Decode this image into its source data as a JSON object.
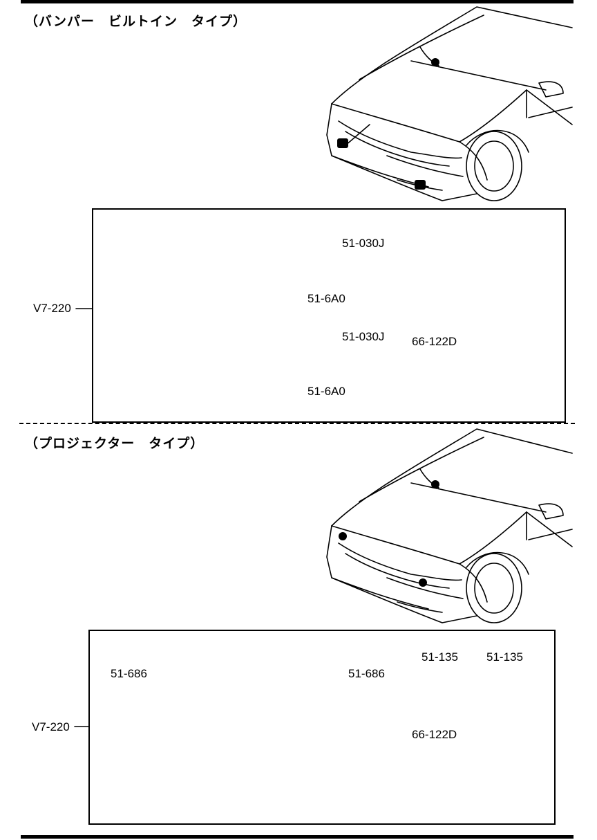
{
  "sections": [
    {
      "title": "（バンパー　ビルトイン　タイプ）",
      "kit_code": "V7-220",
      "callouts": [
        "51-030J",
        "51-6A0",
        "51-030J",
        "51-6A0",
        "66-122D"
      ]
    },
    {
      "title": "（プロジェクター　タイプ）",
      "kit_code": "V7-220",
      "callouts": [
        "51-686",
        "51-686",
        "51-135",
        "51-135",
        "66-122D"
      ]
    }
  ]
}
